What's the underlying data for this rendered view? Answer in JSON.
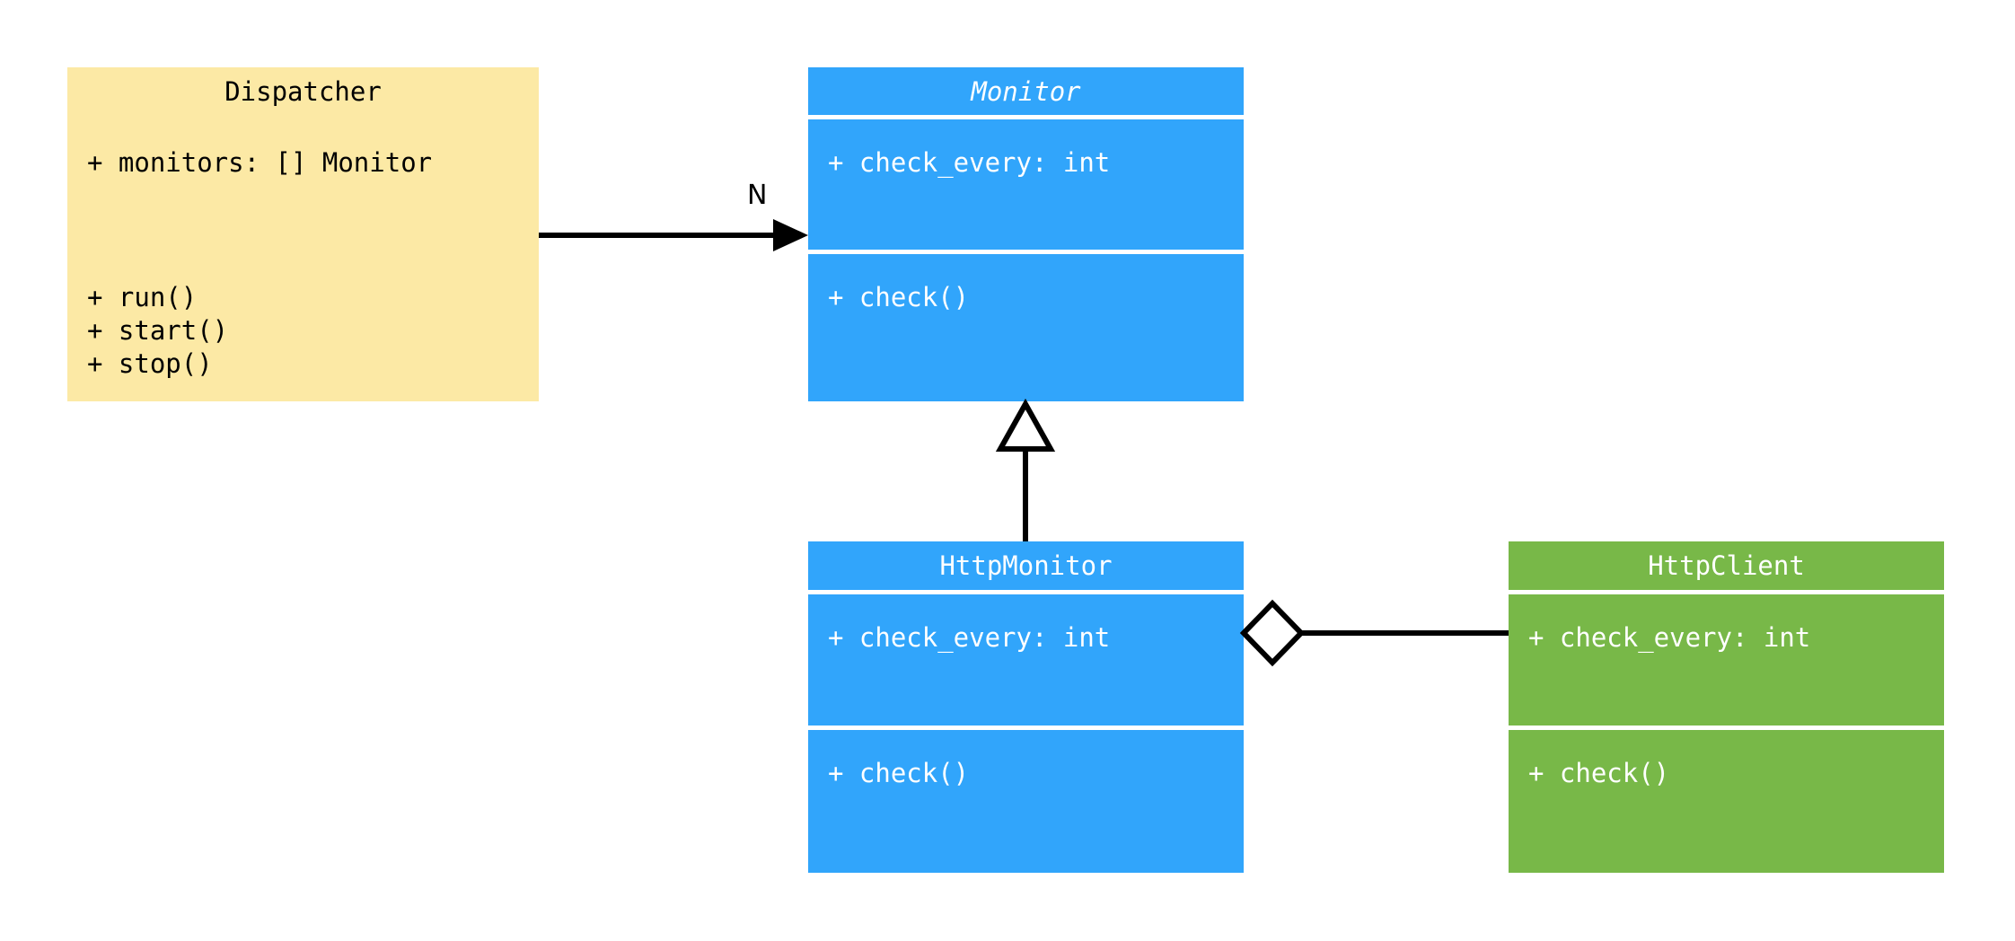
{
  "diagram": {
    "type": "uml-class-diagram",
    "background": "#ffffff",
    "palette": {
      "yellow": "#fce9a5",
      "blue": "#31a5fb",
      "green": "#78b848",
      "line": "#000000",
      "divider": "#ffffff",
      "text_dark": "#000000",
      "text_light": "#ffffff"
    },
    "classes": [
      {
        "id": "dispatcher",
        "name": "Dispatcher",
        "abstract": false,
        "color": "yellow",
        "attributes": [
          "+ monitors: [] Monitor"
        ],
        "methods": [
          "+ run()",
          "+ start()",
          "+ stop()"
        ]
      },
      {
        "id": "monitor",
        "name": "Monitor",
        "abstract": true,
        "color": "blue",
        "attributes": [
          "+ check_every: int"
        ],
        "methods": [
          "+ check()"
        ]
      },
      {
        "id": "http-monitor",
        "name": "HttpMonitor",
        "abstract": false,
        "color": "blue",
        "attributes": [
          "+ check_every: int"
        ],
        "methods": [
          "+ check()"
        ]
      },
      {
        "id": "http-client",
        "name": "HttpClient",
        "abstract": false,
        "color": "green",
        "attributes": [
          "+ check_every: int"
        ],
        "methods": [
          "+ check()"
        ]
      }
    ],
    "relationships": [
      {
        "id": "dispatcher-monitor",
        "kind": "association",
        "from": "Dispatcher",
        "to": "Monitor",
        "label": "N",
        "arrowhead": "solid-triangle"
      },
      {
        "id": "httpmonitor-monitor",
        "kind": "generalization",
        "from": "HttpMonitor",
        "to": "Monitor",
        "label": "",
        "arrowhead": "hollow-triangle"
      },
      {
        "id": "httpmonitor-httpclient",
        "kind": "aggregation",
        "from": "HttpMonitor",
        "to": "HttpClient",
        "label": "",
        "arrowhead": "hollow-diamond"
      }
    ]
  }
}
